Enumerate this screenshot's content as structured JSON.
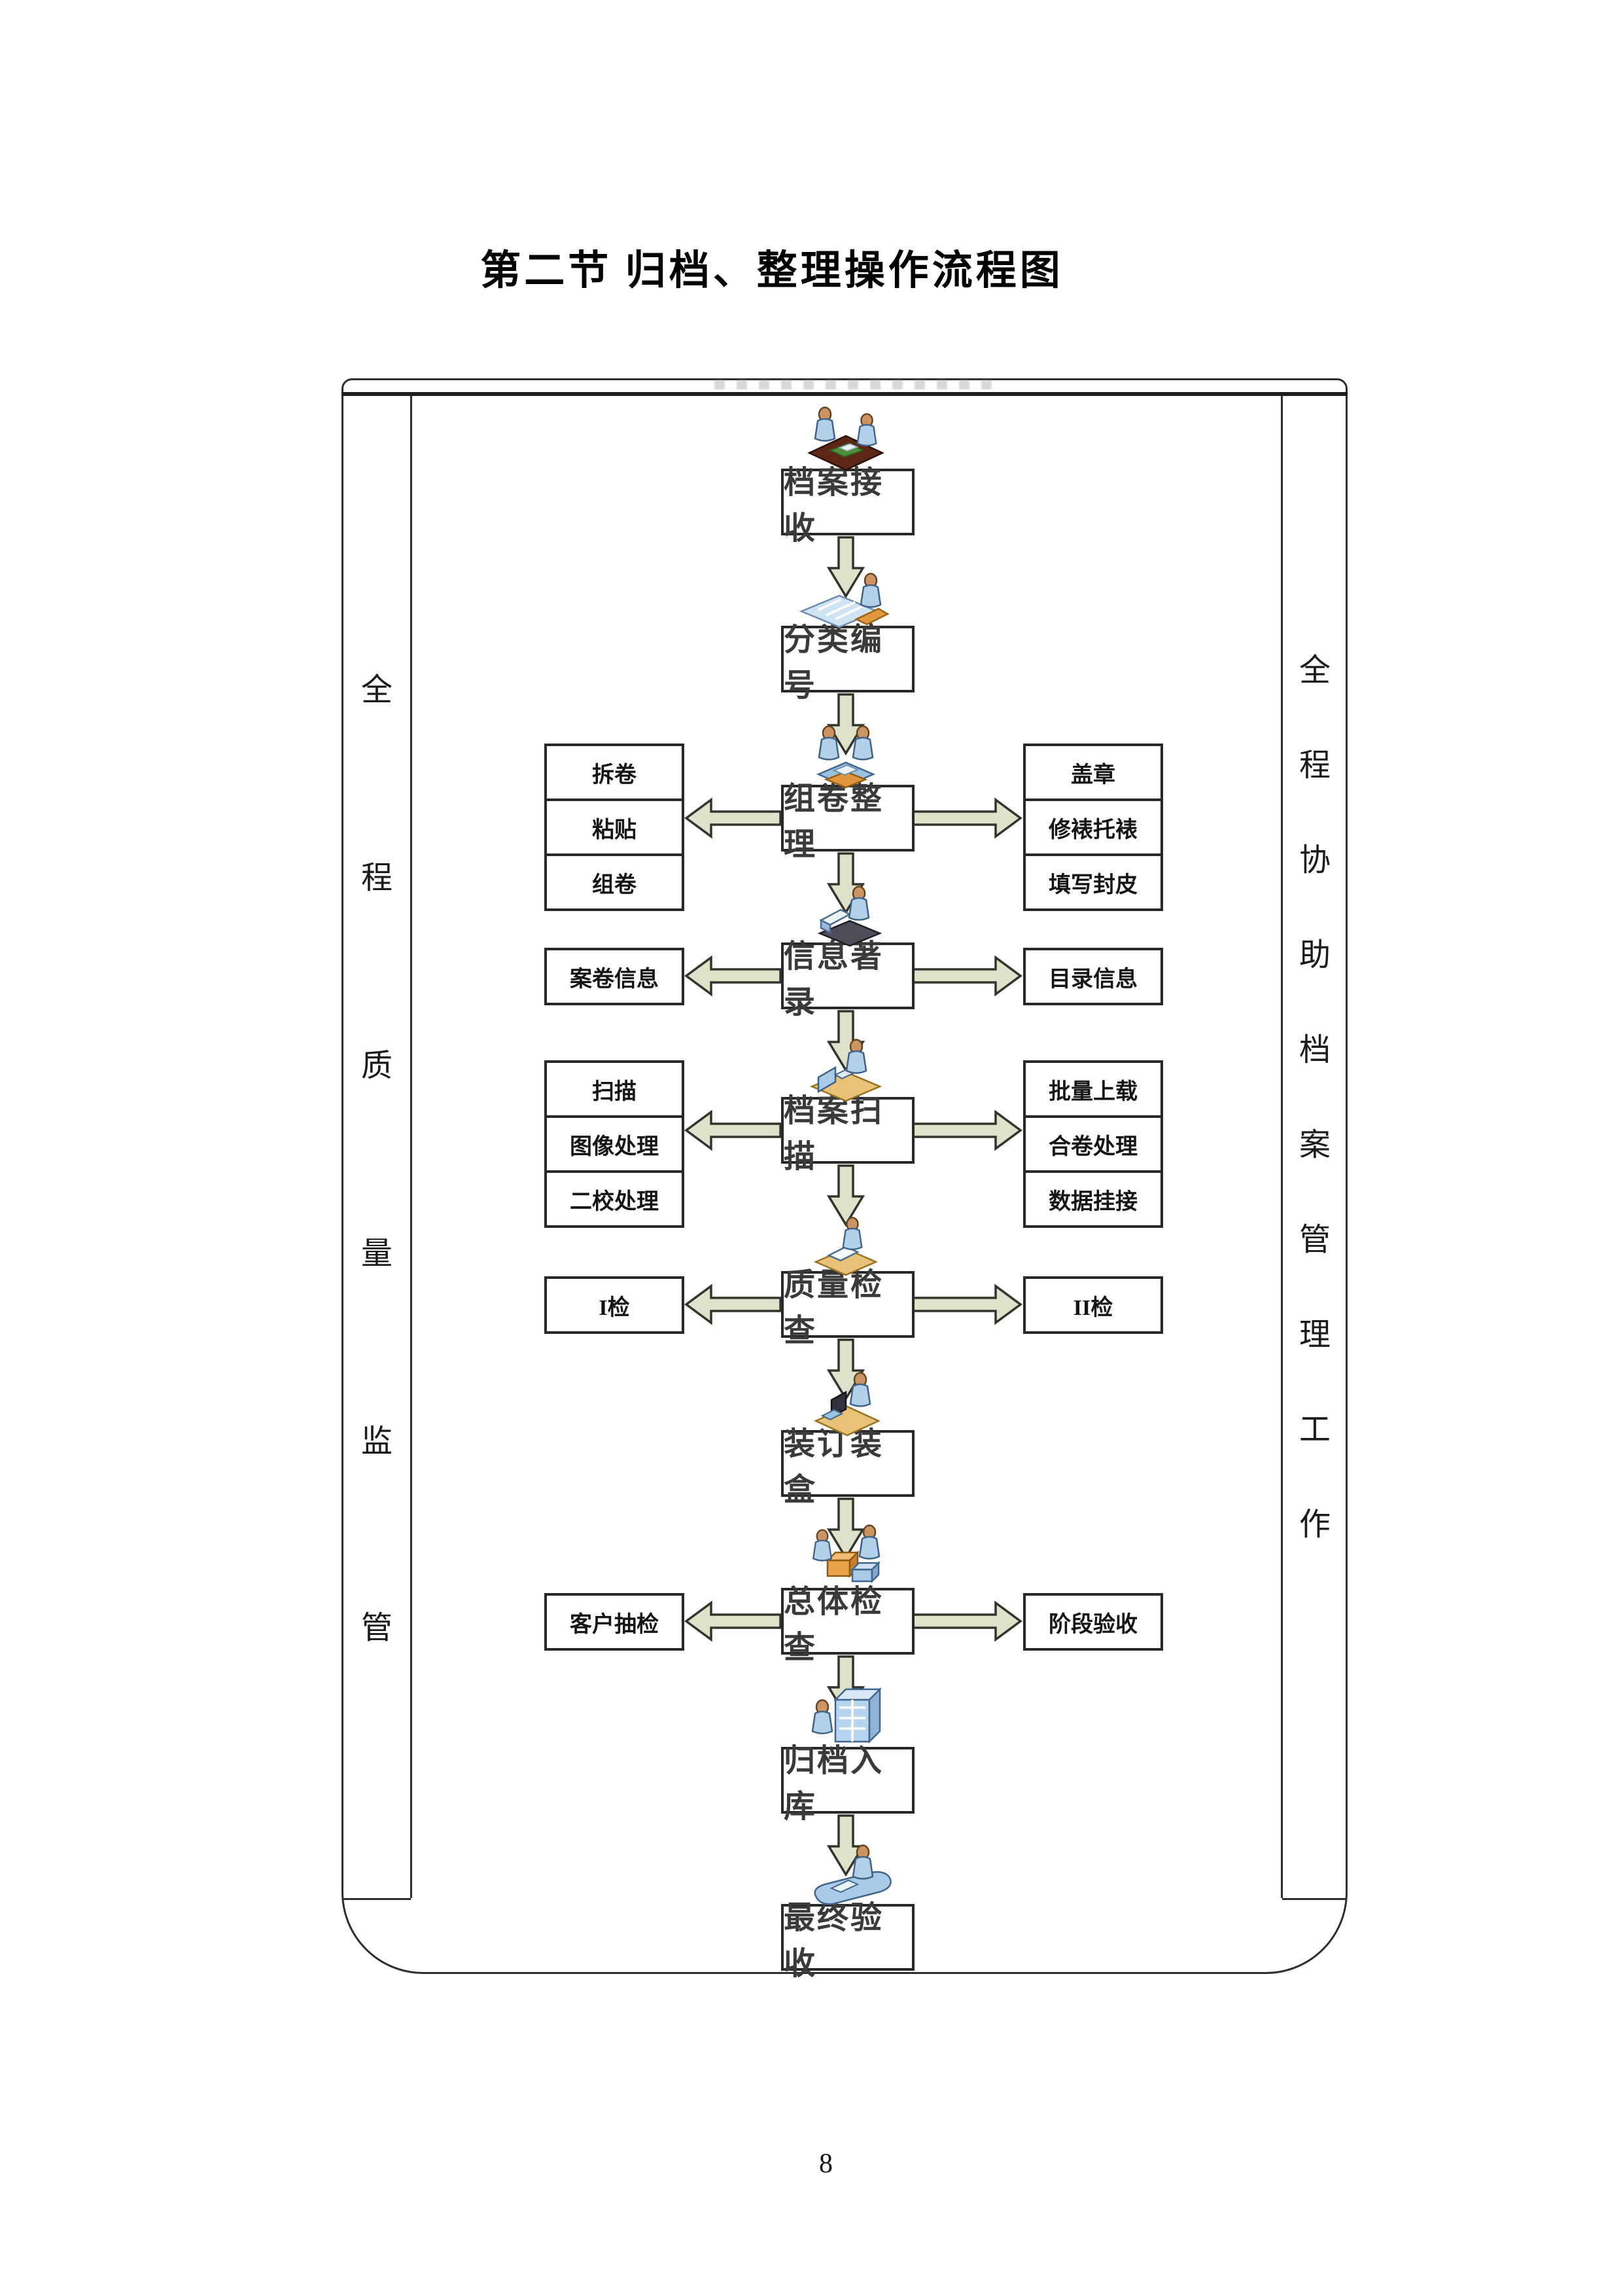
{
  "page": {
    "title": "第二节 归档、整理操作流程图",
    "page_number": "8"
  },
  "lanes": {
    "left": {
      "name": "全程质量监管",
      "chars": [
        "全",
        "程",
        "质",
        "量",
        "监",
        "管"
      ]
    },
    "right": {
      "name": "全程协助档案管理工作",
      "chars": [
        "全",
        "程",
        "协",
        "助",
        "档",
        "案",
        "管",
        "理",
        "工",
        "作"
      ]
    }
  },
  "flow": {
    "steps": [
      {
        "label": "档案接收",
        "icon": "two-people-meeting-table-icon"
      },
      {
        "label": "分类编号",
        "icon": "person-sorting-documents-icon"
      },
      {
        "label": "组卷整理",
        "icon": "two-people-organizing-icon",
        "left": [
          "拆卷",
          "粘贴",
          "组卷"
        ],
        "right": [
          "盖章",
          "修裱托裱",
          "填写封皮"
        ]
      },
      {
        "label": "信息著录",
        "icon": "person-computer-entry-icon",
        "left": [
          "案卷信息"
        ],
        "right": [
          "目录信息"
        ]
      },
      {
        "label": "档案扫描",
        "icon": "person-scanner-icon",
        "left": [
          "扫描",
          "图像处理",
          "二校处理"
        ],
        "right": [
          "批量上载",
          "合卷处理",
          "数据挂接"
        ]
      },
      {
        "label": "质量检查",
        "icon": "person-inspection-icon",
        "left": [
          "I检"
        ],
        "right": [
          "II检"
        ]
      },
      {
        "label": "装订装盒",
        "icon": "person-binding-icon"
      },
      {
        "label": "总体检查",
        "icon": "two-people-boxes-check-icon",
        "left": [
          "客户抽检"
        ],
        "right": [
          "阶段验收"
        ]
      },
      {
        "label": "归档入库",
        "icon": "person-archive-shelf-icon"
      },
      {
        "label": "最终验收",
        "icon": "person-final-acceptance-icon"
      }
    ]
  },
  "colors": {
    "arrow_fill": "#dfe2cb",
    "arrow_border": "#33342c",
    "box_border": "#282828",
    "frame_border": "#2e2e2e"
  }
}
